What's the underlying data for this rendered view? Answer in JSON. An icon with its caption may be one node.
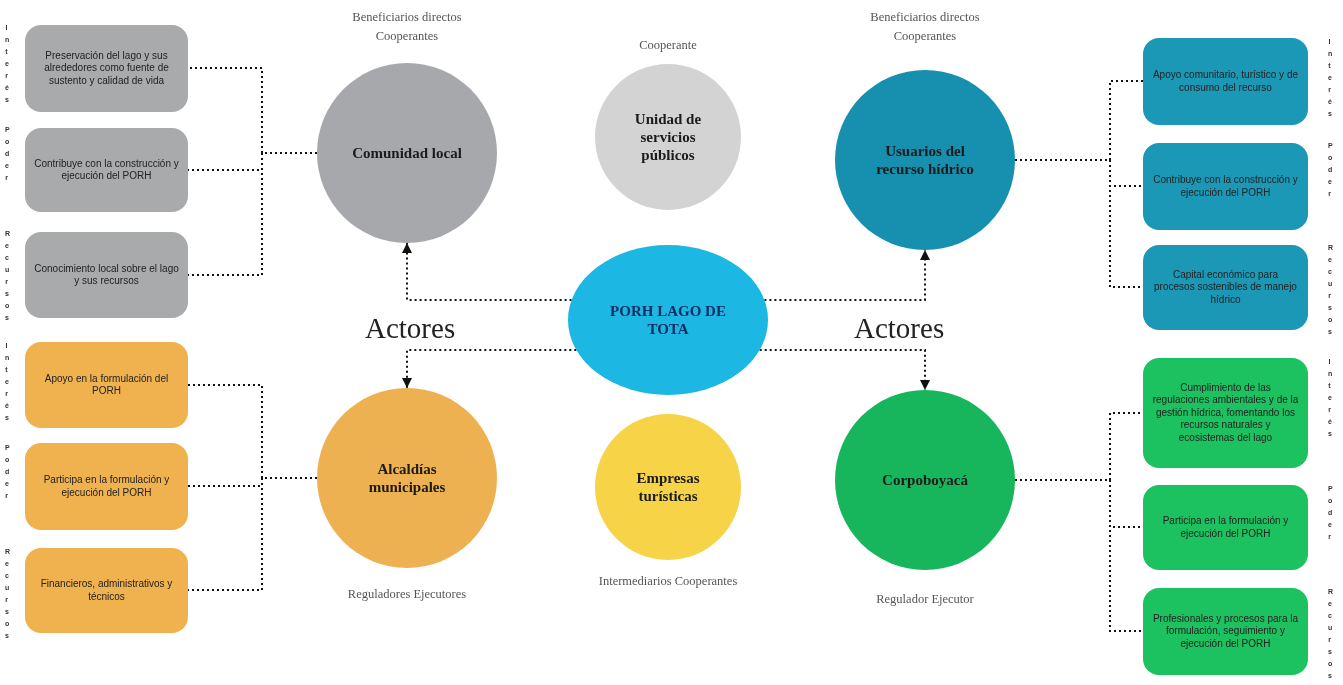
{
  "diagram": {
    "nodes": [
      {
        "text": [
          "Comunidad local"
        ],
        "beside": [
          "Beneficiarios directos Cooperantes"
        ]
      },
      {
        "text": [
          "Unidad de servicios públicos"
        ],
        "beside": [
          "Cooperante"
        ]
      },
      {
        "text": [
          "Usuarios del recurso hídrico"
        ],
        "beside": [
          "Beneficiarios directos Cooperantes"
        ]
      },
      {
        "text": [
          "PORH LAGO DE TOTA"
        ]
      },
      {
        "text": [
          "Alcaldías municipales"
        ],
        "beside": [
          "Reguladores Ejecutores"
        ]
      },
      {
        "text": [
          "Empresas turísticas"
        ],
        "beside": [
          "Intermediarios Cooperantes"
        ]
      },
      {
        "text": [
          "Corpoboyacá"
        ],
        "beside": [
          "Regulador Ejecutor"
        ]
      },
      {
        "text": [
          "Preservación del lago y sus alrededores como fuente de sustento y calidad de vida"
        ]
      },
      {
        "text": [
          "Contribuye con la construcción y ejecución del PORH"
        ]
      },
      {
        "text": [
          "Conocimiento local sobre el lago y sus recursos"
        ]
      },
      {
        "text": [
          "Apoyo en la formulación del PORH"
        ]
      },
      {
        "text": [
          "Participa en la formulación y ejecución del PORH"
        ]
      },
      {
        "text": [
          "Financieros, administrativos y técnicos"
        ]
      },
      {
        "text": [
          "Apoyo comunitario, turístico y de consumo del recurso"
        ]
      },
      {
        "text": [
          "Contribuye con la construcción y ejecución del PORH"
        ]
      },
      {
        "text": [
          "Capital económico para procesos sostenibles de manejo hídrico"
        ]
      },
      {
        "text": [
          "Cumplimiento de las regulaciones ambientales y de la gestión hídrica, fomentando los recursos naturales y ecosistemas del lago"
        ]
      },
      {
        "text": [
          "Participa en la formulación y ejecución del PORH"
        ]
      },
      {
        "text": [
          "Profesionales y procesos para la formulación, seguimiento y ejecución del PORH"
        ]
      }
    ],
    "edges": [
      {
        "from": 3,
        "to": 0,
        "arrow": "to"
      },
      {
        "from": 3,
        "to": 4,
        "arrow": "to"
      },
      {
        "from": 3,
        "to": 2,
        "arrow": "to"
      },
      {
        "from": 3,
        "to": 6,
        "arrow": "to"
      },
      {
        "from": 0,
        "to": 7,
        "arrow": "none"
      },
      {
        "from": 0,
        "to": 8,
        "arrow": "none"
      },
      {
        "from": 0,
        "to": 9,
        "arrow": "none"
      },
      {
        "from": 4,
        "to": 10,
        "arrow": "none"
      },
      {
        "from": 4,
        "to": 11,
        "arrow": "none"
      },
      {
        "from": 4,
        "to": 12,
        "arrow": "none"
      },
      {
        "from": 2,
        "to": 13,
        "arrow": "none"
      },
      {
        "from": 2,
        "to": 14,
        "arrow": "none"
      },
      {
        "from": 2,
        "to": 15,
        "arrow": "none"
      },
      {
        "from": 6,
        "to": 16,
        "arrow": "none"
      },
      {
        "from": 6,
        "to": 17,
        "arrow": "none"
      },
      {
        "from": 6,
        "to": 18,
        "arrow": "none"
      }
    ],
    "labels": [
      "Actores",
      "Actores",
      "Interés",
      "Poder",
      "Recursos",
      "Interés",
      "Poder",
      "Recursos",
      "Interés",
      "Poder",
      "Recursos",
      "Interés",
      "Poder",
      "Recursos"
    ]
  }
}
